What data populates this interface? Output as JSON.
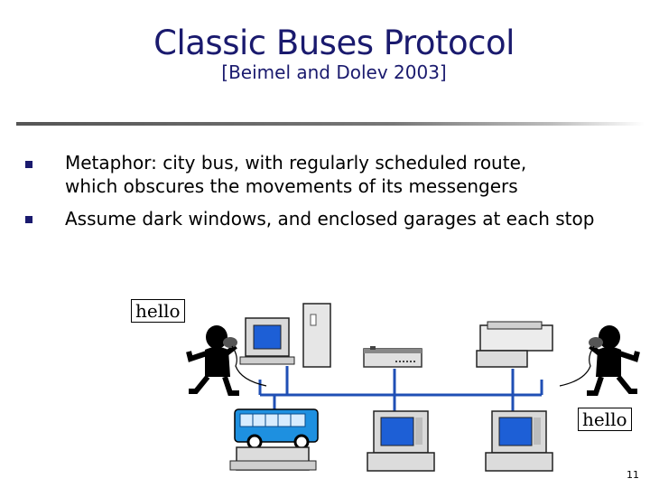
{
  "slide": {
    "title": "Classic Buses Protocol",
    "subtitle": "[Beimel and Dolev 2003]",
    "bullets": [
      {
        "line1": "Metaphor: city bus, with regularly scheduled route,",
        "line2": "which obscures the movements of its messengers"
      },
      {
        "line1": "Assume dark windows, and enclosed garages at each stop",
        "line2": ""
      }
    ],
    "bubble_left": "hello",
    "bubble_right": "hello",
    "page_number": "11"
  },
  "icons": [
    "computer-icon",
    "hub-icon",
    "printer-icon",
    "person-phone-icon",
    "bus-icon"
  ],
  "colors": {
    "title": "#1a1a6e",
    "network": "#1f4fb5",
    "screen": "#1d5fd6",
    "bus": "#1e90e0"
  }
}
